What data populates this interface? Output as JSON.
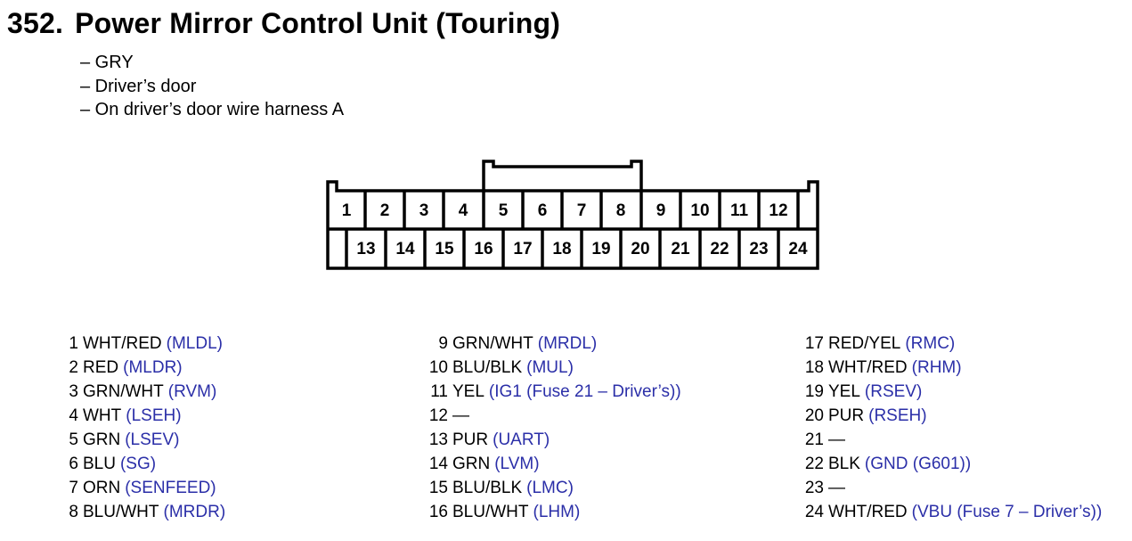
{
  "title": {
    "number": "352.",
    "name": "Power Mirror Control Unit (Touring)"
  },
  "notes": [
    "– GRY",
    "– Driver’s door",
    "– On driver’s door wire harness A"
  ],
  "connector": {
    "top_row_pins": [
      "1",
      "2",
      "3",
      "4",
      "5",
      "6",
      "7",
      "8",
      "9",
      "10",
      "11",
      "12"
    ],
    "bottom_row_pins": [
      "13",
      "14",
      "15",
      "16",
      "17",
      "18",
      "19",
      "20",
      "21",
      "22",
      "23",
      "24"
    ]
  },
  "pins": [
    {
      "pin": "1",
      "color": "WHT/RED",
      "signal": "(MLDL)"
    },
    {
      "pin": "2",
      "color": "RED",
      "signal": "(MLDR)"
    },
    {
      "pin": "3",
      "color": "GRN/WHT",
      "signal": "(RVM)"
    },
    {
      "pin": "4",
      "color": "WHT",
      "signal": "(LSEH)"
    },
    {
      "pin": "5",
      "color": "GRN",
      "signal": "(LSEV)"
    },
    {
      "pin": "6",
      "color": "BLU",
      "signal": "(SG)"
    },
    {
      "pin": "7",
      "color": "ORN",
      "signal": "(SENFEED)"
    },
    {
      "pin": "8",
      "color": "BLU/WHT",
      "signal": "(MRDR)"
    },
    {
      "pin": "9",
      "color": "GRN/WHT",
      "signal": "(MRDL)"
    },
    {
      "pin": "10",
      "color": "BLU/BLK",
      "signal": "(MUL)"
    },
    {
      "pin": "11",
      "color": "YEL",
      "signal": "(IG1 (Fuse 21 – Driver’s))"
    },
    {
      "pin": "12",
      "color": "—",
      "signal": ""
    },
    {
      "pin": "13",
      "color": "PUR",
      "signal": "(UART)"
    },
    {
      "pin": "14",
      "color": "GRN",
      "signal": "(LVM)"
    },
    {
      "pin": "15",
      "color": "BLU/BLK",
      "signal": "(LMC)"
    },
    {
      "pin": "16",
      "color": "BLU/WHT",
      "signal": "(LHM)"
    },
    {
      "pin": "17",
      "color": "RED/YEL",
      "signal": "(RMC)"
    },
    {
      "pin": "18",
      "color": "WHT/RED",
      "signal": "(RHM)"
    },
    {
      "pin": "19",
      "color": "YEL",
      "signal": "(RSEV)"
    },
    {
      "pin": "20",
      "color": "PUR",
      "signal": "(RSEH)"
    },
    {
      "pin": "21",
      "color": "—",
      "signal": ""
    },
    {
      "pin": "22",
      "color": "BLK",
      "signal": "(GND (G601))"
    },
    {
      "pin": "23",
      "color": "—",
      "signal": ""
    },
    {
      "pin": "24",
      "color": "WHT/RED",
      "signal": "(VBU (Fuse 7 – Driver’s))"
    }
  ],
  "colors": {
    "text": "#000000",
    "signal": "#2b2fa8",
    "background": "#ffffff"
  }
}
